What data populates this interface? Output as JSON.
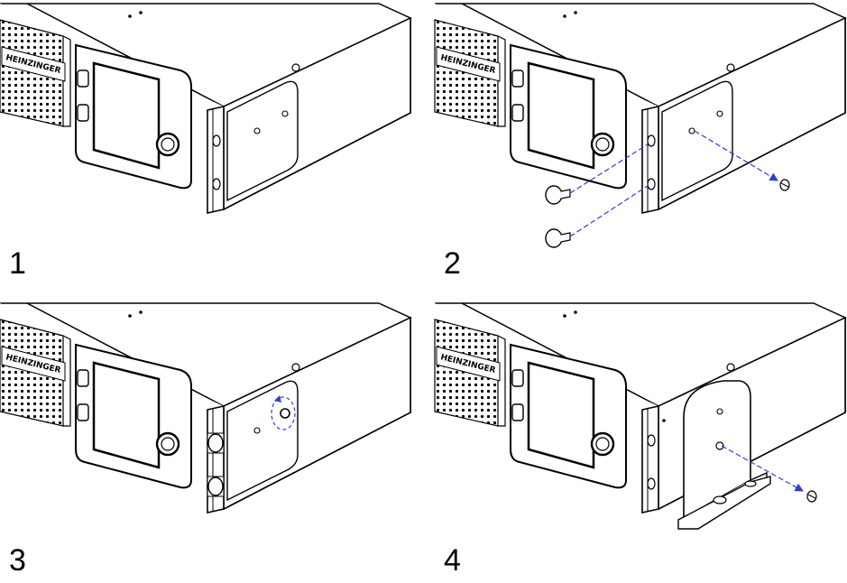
{
  "brand": "HEINZINGER",
  "colors": {
    "line": "#000000",
    "fill": "#ffffff",
    "arrow": "#2f3fd0",
    "shade": "#d9d9d9"
  },
  "panels": [
    {
      "id": "p1",
      "label": "1",
      "arrows": false
    },
    {
      "id": "p2",
      "label": "2",
      "arrows": true
    },
    {
      "id": "p3",
      "label": "3",
      "arrows": true
    },
    {
      "id": "p4",
      "label": "4",
      "arrows": true
    }
  ]
}
